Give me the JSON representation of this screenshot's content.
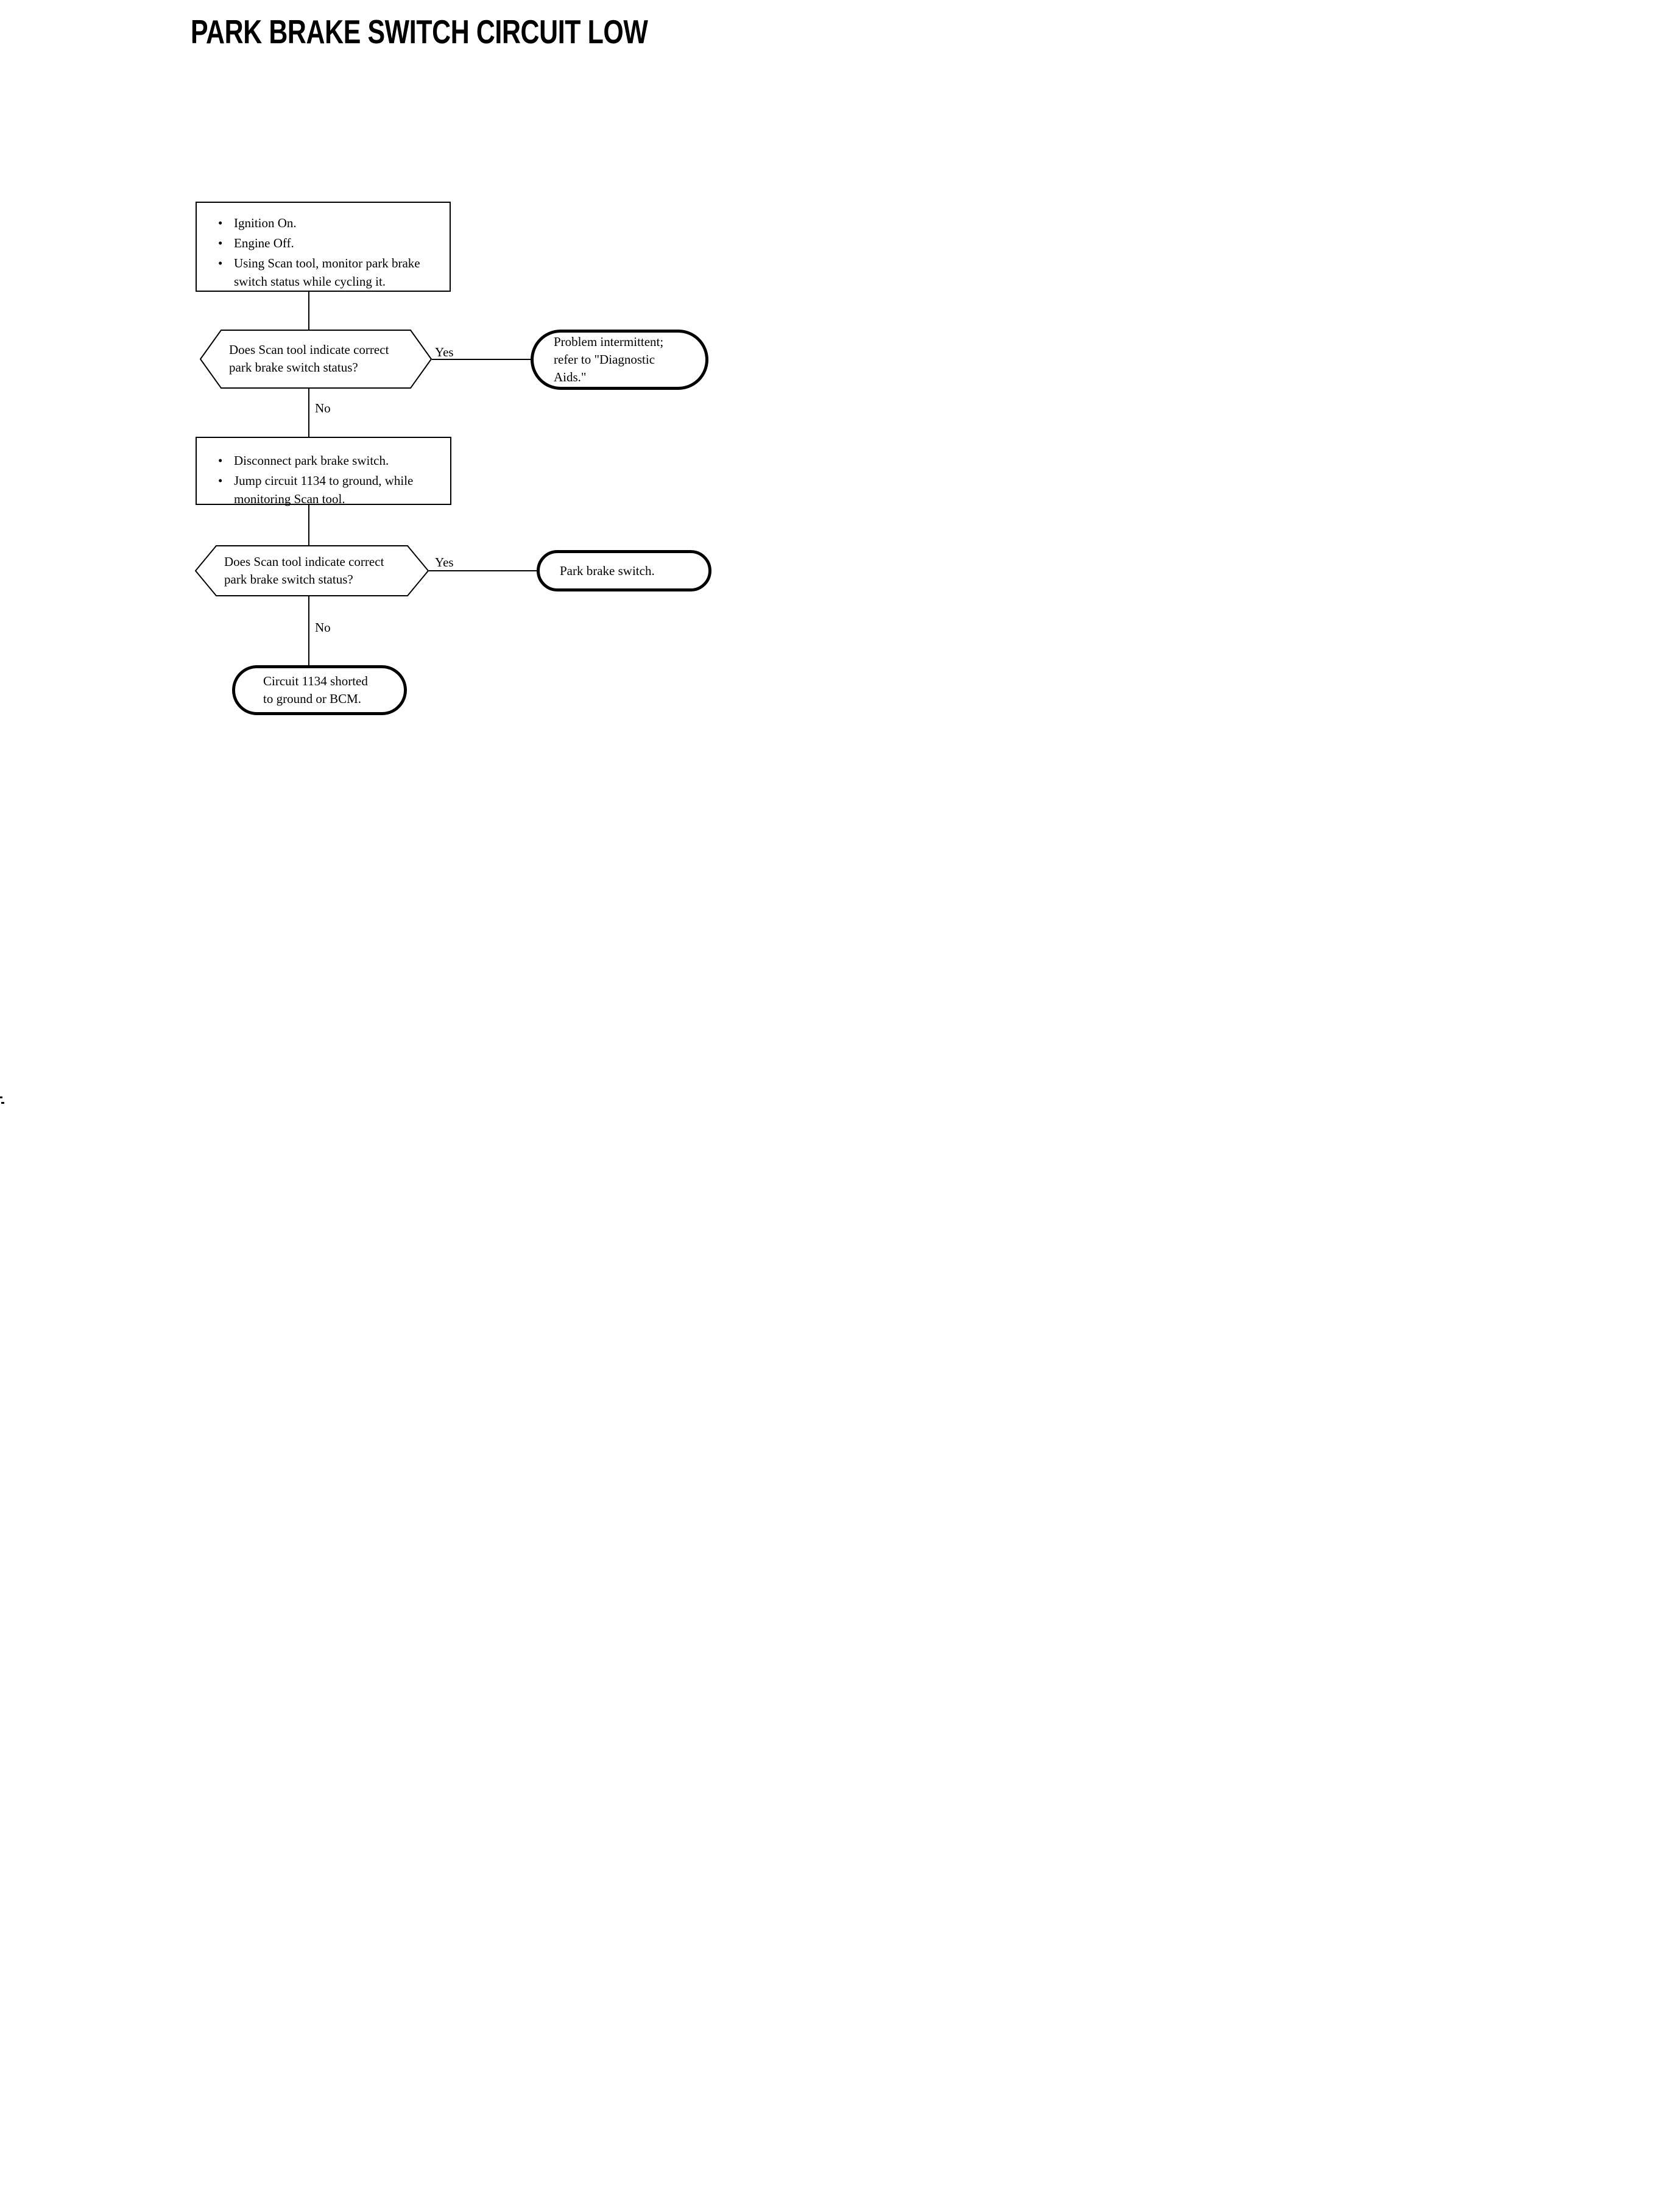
{
  "title": "PARK BRAKE SWITCH CIRCUIT LOW",
  "labels": {
    "yes1": "Yes",
    "no1": "No",
    "yes2": "Yes",
    "no2": "No"
  },
  "nodes": {
    "step1": {
      "type": "process",
      "bullets": [
        "Ignition On.",
        "Engine Off.",
        "Using Scan tool, monitor park brake switch status while cycling it."
      ]
    },
    "decision1": {
      "type": "decision",
      "lines": [
        "Does Scan tool indicate correct",
        "park brake switch status?"
      ]
    },
    "result_intermittent": {
      "type": "terminator",
      "lines": [
        "Problem intermittent;",
        "refer to \"Diagnostic",
        "Aids.\""
      ]
    },
    "step2": {
      "type": "process",
      "bullets": [
        "Disconnect park brake switch.",
        "Jump circuit 1134 to ground, while monitoring Scan tool."
      ]
    },
    "decision2": {
      "type": "decision",
      "lines": [
        "Does Scan tool indicate correct",
        "park brake switch status?"
      ]
    },
    "result_park_brake_switch": {
      "type": "terminator",
      "lines": [
        "Park brake switch."
      ]
    },
    "result_circuit": {
      "type": "terminator",
      "lines": [
        "Circuit 1134 shorted",
        "to ground or BCM."
      ]
    }
  }
}
